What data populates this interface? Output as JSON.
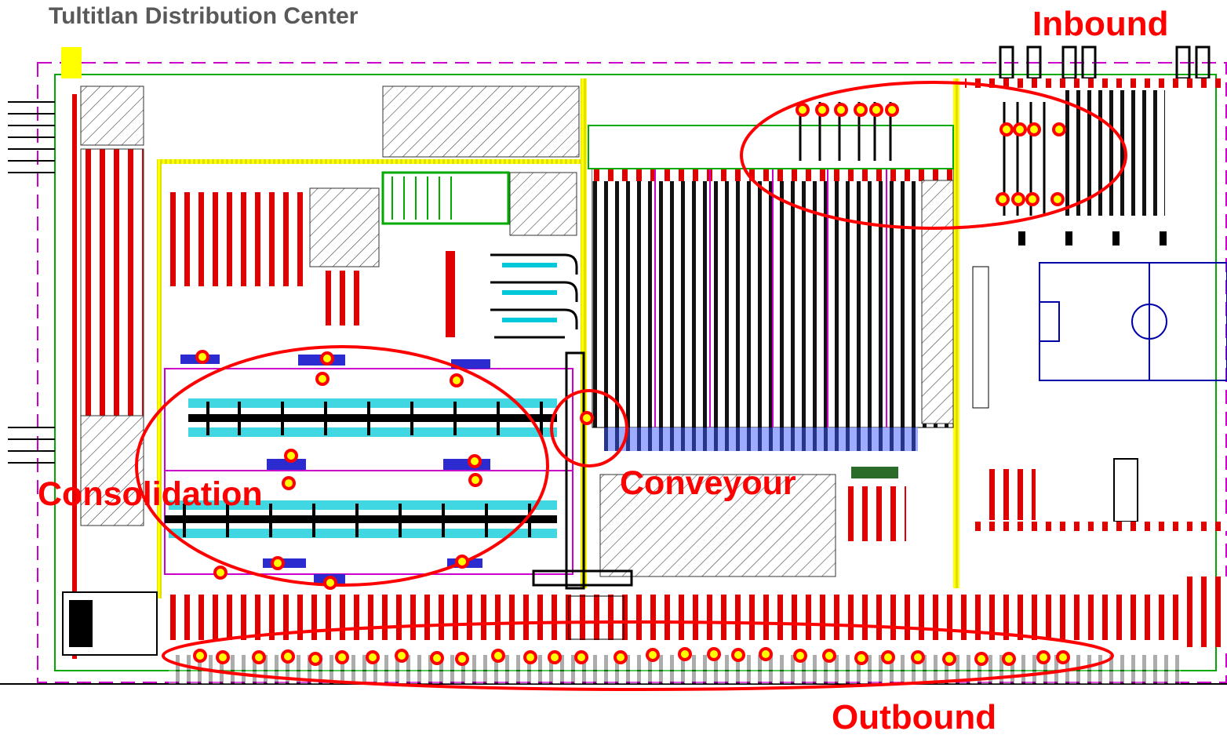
{
  "title": "Tultitlan Distribution Center",
  "zones": {
    "inbound": "Inbound",
    "consolidation": "Consolidation",
    "conveyour": "Conveyour",
    "outbound": "Outbound"
  },
  "colors": {
    "highlight": "#ff0000",
    "marker_fill": "#ffff00",
    "title": "#595959",
    "wall": "#00aa00",
    "hatch": "#333333",
    "lane": "#000000",
    "conveyor_accent": "#00c8d8",
    "door": "#dd0000",
    "boundary": "#cc00cc"
  }
}
